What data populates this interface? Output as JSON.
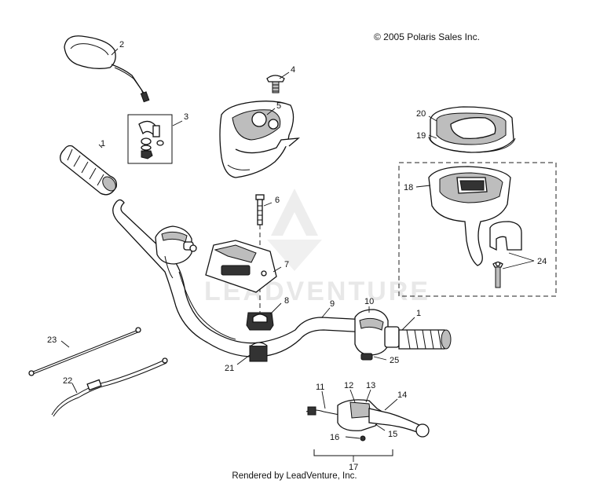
{
  "copyright": "© 2005 Polaris Sales Inc.",
  "footer": "Rendered by LeadVenture, Inc.",
  "watermark": "LEADVENTURE",
  "callouts": [
    {
      "id": "c1a",
      "text": "1"
    },
    {
      "id": "c1b",
      "text": "1"
    },
    {
      "id": "c2",
      "text": "2"
    },
    {
      "id": "c3",
      "text": "3"
    },
    {
      "id": "c4",
      "text": "4"
    },
    {
      "id": "c5",
      "text": "5"
    },
    {
      "id": "c6",
      "text": "6"
    },
    {
      "id": "c7",
      "text": "7"
    },
    {
      "id": "c8",
      "text": "8"
    },
    {
      "id": "c9",
      "text": "9"
    },
    {
      "id": "c10",
      "text": "10"
    },
    {
      "id": "c11",
      "text": "11"
    },
    {
      "id": "c12",
      "text": "12"
    },
    {
      "id": "c13",
      "text": "13"
    },
    {
      "id": "c14",
      "text": "14"
    },
    {
      "id": "c15",
      "text": "15"
    },
    {
      "id": "c16",
      "text": "16"
    },
    {
      "id": "c17",
      "text": "17"
    },
    {
      "id": "c18",
      "text": "18"
    },
    {
      "id": "c19",
      "text": "19"
    },
    {
      "id": "c20",
      "text": "20"
    },
    {
      "id": "c21",
      "text": "21"
    },
    {
      "id": "c22",
      "text": "22"
    },
    {
      "id": "c23",
      "text": "23"
    },
    {
      "id": "c24",
      "text": "24"
    },
    {
      "id": "c25",
      "text": "25"
    }
  ]
}
